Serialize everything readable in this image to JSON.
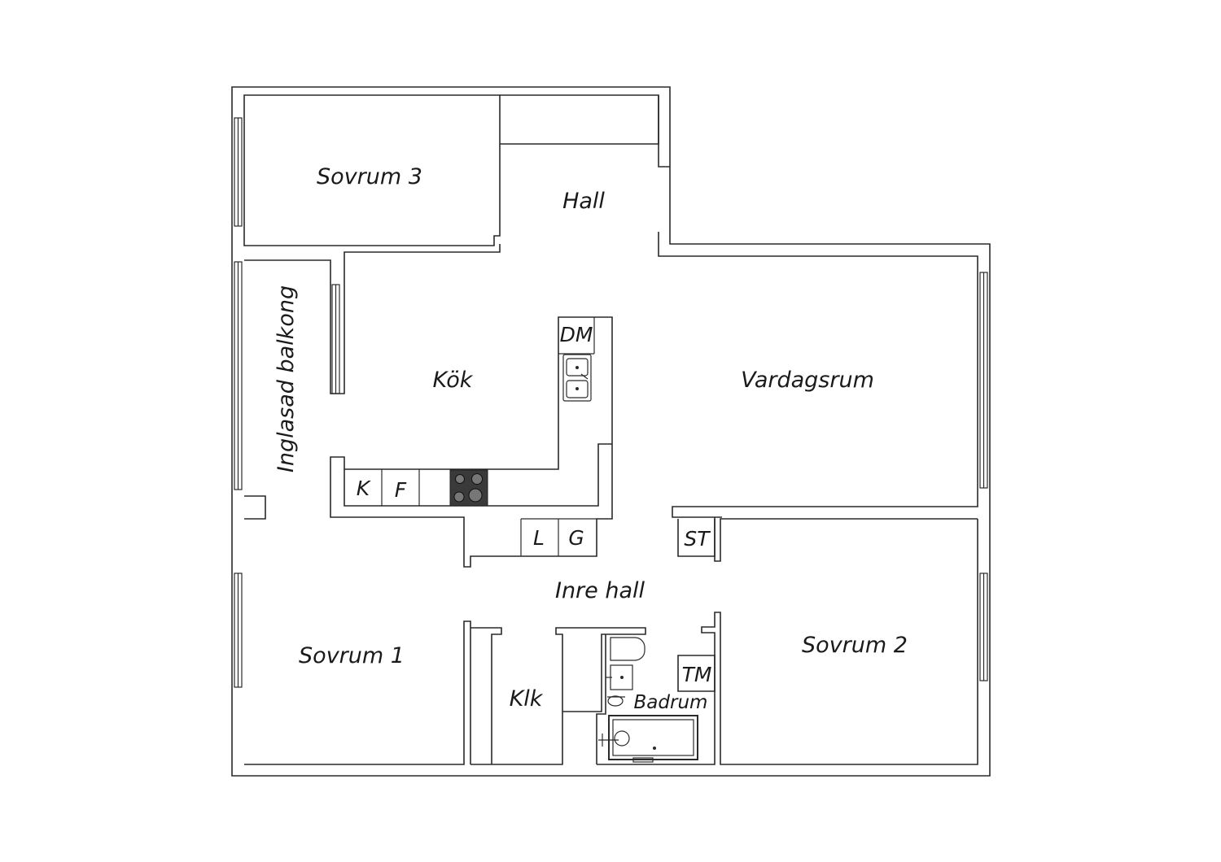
{
  "rooms": {
    "sovrum3": "Sovrum 3",
    "hall": "Hall",
    "inglasad_balkong": "Inglasad balkong",
    "kok": "Kök",
    "vardagsrum": "Vardagsrum",
    "inre_hall": "Inre hall",
    "sovrum1": "Sovrum 1",
    "klk": "Klk",
    "badrum": "Badrum",
    "sovrum2": "Sovrum 2"
  },
  "appliances": {
    "dm": "DM",
    "k": "K",
    "f": "F",
    "l": "L",
    "g": "G",
    "st": "ST",
    "tm": "TM"
  },
  "icons": {
    "stove": "stove-icon",
    "sink": "double-sink-icon",
    "bathtub": "bathtub-icon",
    "toilet": "toilet-icon",
    "washbasin": "washbasin-icon"
  }
}
